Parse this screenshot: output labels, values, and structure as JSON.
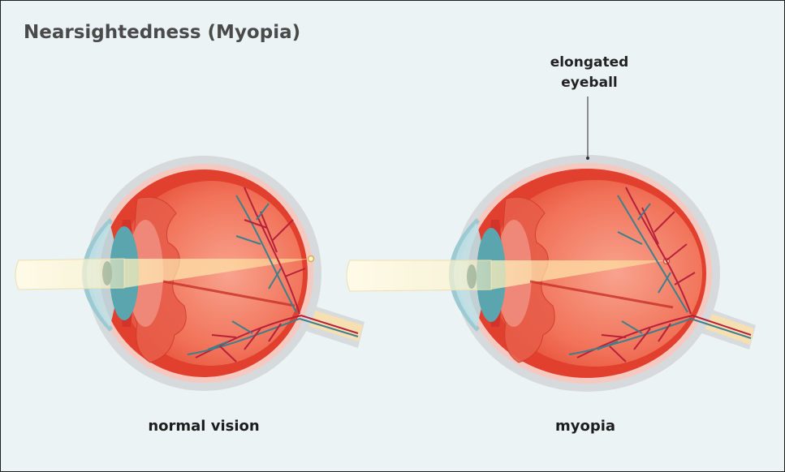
{
  "title": "Nearsightedness (Myopia)",
  "annotation": {
    "line1": "elongated",
    "line2": "eyeball"
  },
  "captions": {
    "left": "normal vision",
    "right": "myopia"
  },
  "colors": {
    "background": "#ecf3f5",
    "sclera_outer": "#d6dadd",
    "eye_red": "#ea4b35",
    "choroid_red": "#d8362a",
    "vitreous": "#f27a63",
    "lens": "#f08f80",
    "iris": "#5aa5ae",
    "cornea": "#a9d2dc",
    "light_beam": "#fff7d6",
    "vessel_red": "#b8213a",
    "vessel_teal": "#3e7f8c",
    "optic_nerve": "#f6dfb0"
  }
}
